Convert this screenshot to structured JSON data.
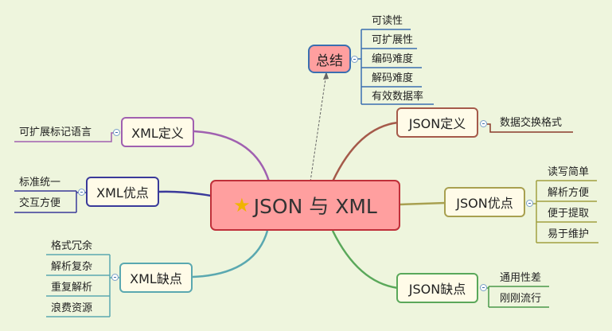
{
  "central": {
    "label": "JSON 与 XML",
    "icon": "star-icon"
  },
  "summary": {
    "label": "总结",
    "items": [
      "可读性",
      "可扩展性",
      "编码难度",
      "解码难度",
      "有效数据率"
    ]
  },
  "json_def": {
    "label": "JSON定义",
    "items": [
      "数据交换格式"
    ]
  },
  "json_pros": {
    "label": "JSON优点",
    "items": [
      "读写简单",
      "解析方便",
      "便于提取",
      "易于维护"
    ]
  },
  "json_cons": {
    "label": "JSON缺点",
    "items": [
      "通用性差",
      "刚刚流行"
    ]
  },
  "xml_def": {
    "label": "XML定义",
    "items": [
      "可扩展标记语言"
    ]
  },
  "xml_pros": {
    "label": "XML优点",
    "items": [
      "标准统一",
      "交互方便"
    ]
  },
  "xml_cons": {
    "label": "XML缺点",
    "items": [
      "格式冗余",
      "解析复杂",
      "重复解析",
      "浪费资源"
    ]
  },
  "colors": {
    "background": "#eef5dd",
    "central_fill": "#ff9f9f",
    "central_border": "#c0303a",
    "node_fill": "#fffbe8",
    "summary_fill": "#ff9f9f"
  }
}
